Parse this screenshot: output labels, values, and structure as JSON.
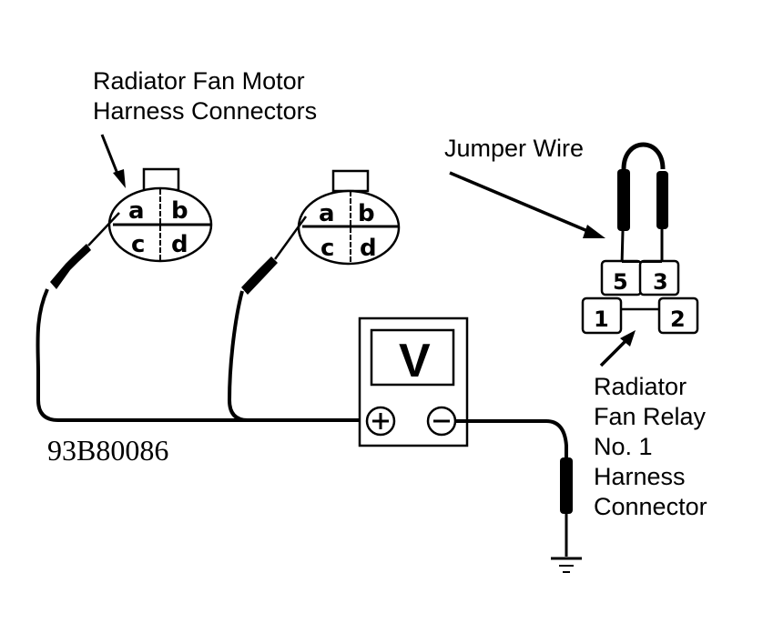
{
  "diagram": {
    "figure_code": "93B80086",
    "labels": {
      "fan_motor_connectors": [
        "Radiator Fan Motor",
        "Harness Connectors"
      ],
      "jumper_wire": "Jumper Wire",
      "relay_connector": [
        "Radiator",
        "Fan Relay",
        "No. 1",
        "Harness",
        "Connector"
      ]
    },
    "fan_motor_connector_1": {
      "pins": [
        "a",
        "b",
        "c",
        "d"
      ]
    },
    "fan_motor_connector_2": {
      "pins": [
        "a",
        "b",
        "c",
        "d"
      ]
    },
    "relay_connector": {
      "pins_top": [
        "5",
        "3"
      ],
      "pins_bottom": [
        "1",
        "2"
      ]
    },
    "voltmeter": {
      "display": "V",
      "positive_terminal": "+",
      "negative_terminal": "−"
    },
    "ground_symbol": "ground"
  }
}
